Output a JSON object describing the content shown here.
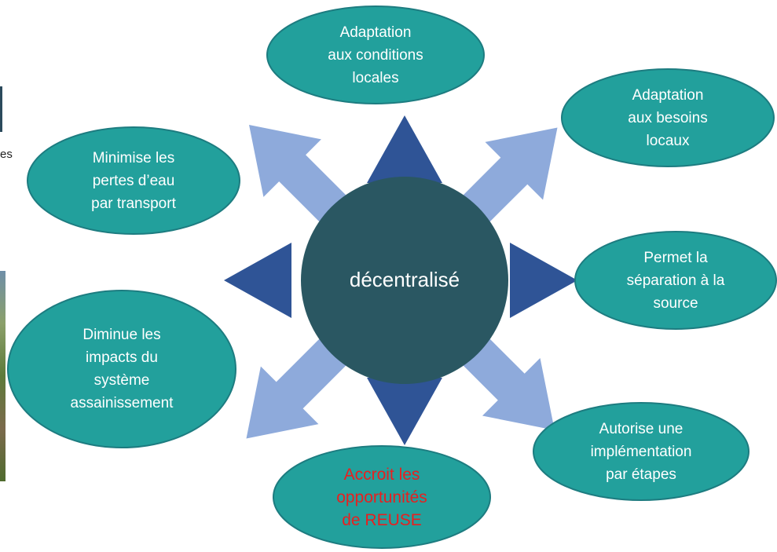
{
  "center": {
    "label": "décentralisé"
  },
  "nodes": [
    {
      "id": "top",
      "label": "Adaptation\naux conditions\nlocales",
      "highlight": false
    },
    {
      "id": "top-right",
      "label": "Adaptation\naux besoins\nlocaux",
      "highlight": false
    },
    {
      "id": "right",
      "label": "Permet la\nséparation à la\nsource",
      "highlight": false
    },
    {
      "id": "bottom-right",
      "label": "Autorise une\nimplémentation\npar étapes",
      "highlight": false
    },
    {
      "id": "bottom",
      "label": "Accroit les\nopportunités\nde REUSE",
      "highlight": true
    },
    {
      "id": "left",
      "label": "Diminue les\nimpacts du\nsystème\nassainissement",
      "highlight": false
    },
    {
      "id": "top-left",
      "label": "Minimise les\npertes d’eau\npar transport",
      "highlight": false
    }
  ],
  "fragments": {
    "left_edge_text": "es"
  },
  "colors": {
    "node_fill": "#22a09c",
    "node_stroke": "#1d7c80",
    "center_fill": "#2a5762",
    "dark_arrow": "#2f5496",
    "light_arrow": "#8eaadb",
    "highlight_text": "#e81f1f",
    "text": "#ffffff"
  }
}
